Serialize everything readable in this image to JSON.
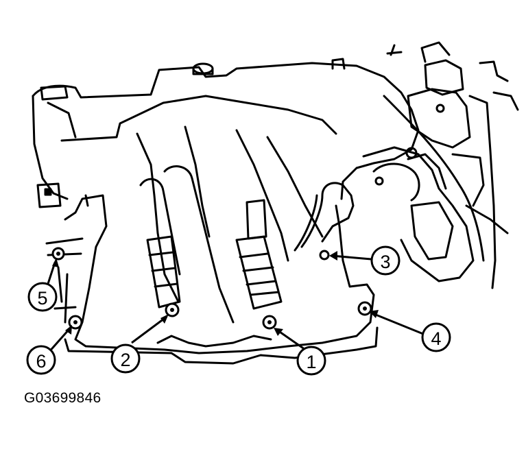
{
  "figure": {
    "code": "G03699846"
  },
  "callouts": [
    {
      "label": "1"
    },
    {
      "label": "2"
    },
    {
      "label": "3"
    },
    {
      "label": "4"
    },
    {
      "label": "5"
    },
    {
      "label": "6"
    }
  ],
  "colors": {
    "ink": "#000000",
    "paper": "#ffffff"
  }
}
